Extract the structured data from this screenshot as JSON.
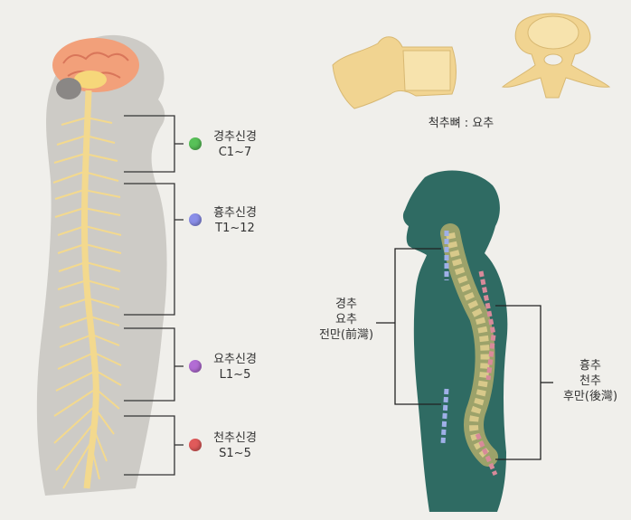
{
  "nerves": [
    {
      "name": "경추신경",
      "range": "C1~7",
      "color": "#58c158"
    },
    {
      "name": "흉추신경",
      "range": "T1~12",
      "color": "#8a8ee8"
    },
    {
      "name": "요추신경",
      "range": "L1~5",
      "color": "#b26cd4"
    },
    {
      "name": "천추신경",
      "range": "S1~5",
      "color": "#e05a5a"
    }
  ],
  "vertebra_caption": "척추뼈 : 요추",
  "lordosis_label": [
    "경추",
    "요추",
    "전만(前灣)"
  ],
  "kyphosis_label": [
    "흉추",
    "천추",
    "후만(後灣)"
  ],
  "colors": {
    "body_left": "#cfcdc8",
    "bone": "#f3d98e",
    "silhouette_right": "#2f6b63",
    "brain": "#f2a07a"
  }
}
